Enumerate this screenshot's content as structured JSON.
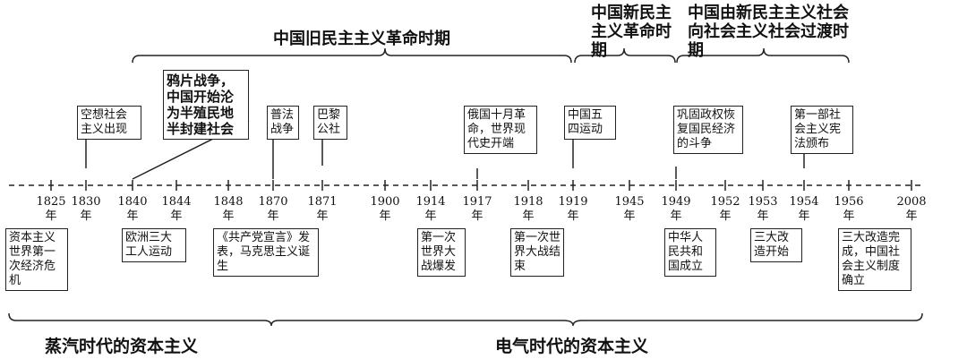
{
  "periods": {
    "old_democratic": "中国旧民主主义革命时期",
    "new_democratic": "中国新民主主义革命时期",
    "transition": "中国由新民主主义社会向社会主义社会过渡时期"
  },
  "years": [
    {
      "year": "1825",
      "unit": "年"
    },
    {
      "year": "1830",
      "unit": "年"
    },
    {
      "year": "1840",
      "unit": "年"
    },
    {
      "year": "1844",
      "unit": "年"
    },
    {
      "year": "1848",
      "unit": "年"
    },
    {
      "year": "1870",
      "unit": "年"
    },
    {
      "year": "1871",
      "unit": "年"
    },
    {
      "year": "1900",
      "unit": "年"
    },
    {
      "year": "1914",
      "unit": "年"
    },
    {
      "year": "1917",
      "unit": "年"
    },
    {
      "year": "1918",
      "unit": "年"
    },
    {
      "year": "1919",
      "unit": "年"
    },
    {
      "year": "1945",
      "unit": "年"
    },
    {
      "year": "1949",
      "unit": "年"
    },
    {
      "year": "1952",
      "unit": "年"
    },
    {
      "year": "1953",
      "unit": "年"
    },
    {
      "year": "1954",
      "unit": "年"
    },
    {
      "year": "1956",
      "unit": "年"
    },
    {
      "year": "2008",
      "unit": "年"
    }
  ],
  "events_above": {
    "utopian_socialism": "空想社会主义出现",
    "opium_war": "鸦片战争，中国开始沦为半殖民地半封建社会",
    "franco_prussian_war": "普法战争",
    "paris_commune": "巴黎公社",
    "october_revolution": "俄国十月革命，世界现代史开端",
    "may_fourth": "中国五四运动",
    "consolidation": "巩固政权恢复国民经济的斗争",
    "constitution": "第一部社会主义宪法颁布"
  },
  "events_below": {
    "economic_crisis": "资本主义世界第一次经济危机",
    "workers_movements": "欧洲三大工人运动",
    "manifesto": "《共产党宣言》发表，马克思主义诞生",
    "ww1_start": "第一次世界大战爆发",
    "ww1_end": "第一次世界大战结束",
    "prc_founded": "中华人民共和国成立",
    "reform_start": "三大改造开始",
    "reform_complete": "三大改造完成，中国社会主义制度确立"
  },
  "eras": {
    "steam": "蒸汽时代的资本主义",
    "electric": "电气时代的资本主义"
  }
}
